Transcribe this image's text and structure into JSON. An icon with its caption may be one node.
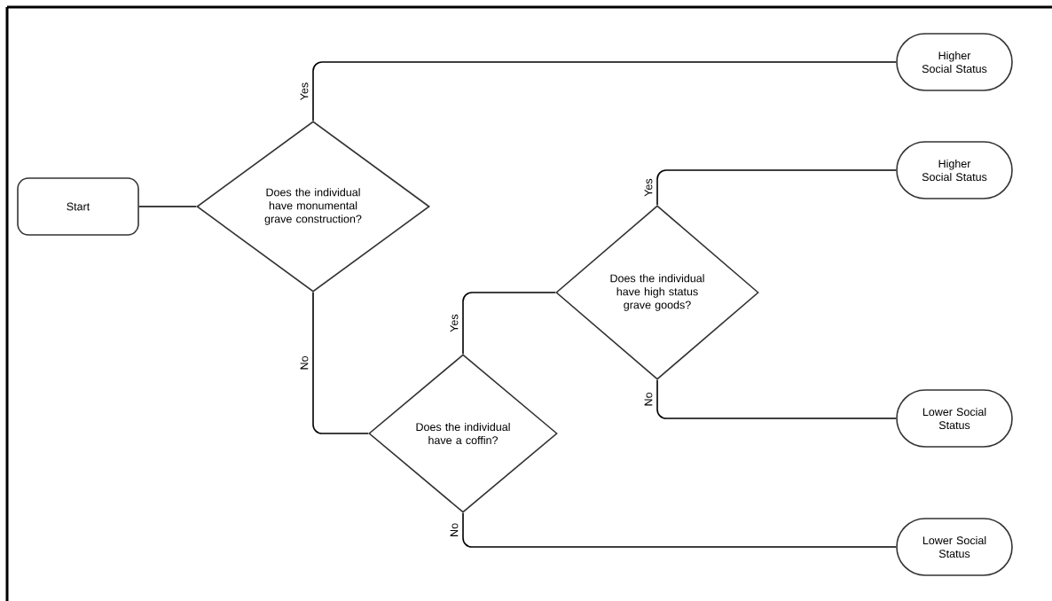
{
  "diagram": {
    "nodes": [
      {
        "text": [
          "Start"
        ]
      },
      {
        "text": [
          "Does the individual have monumental grave construction?"
        ]
      },
      {
        "text": [
          "Higher Social Status"
        ]
      },
      {
        "text": [
          "Does the individual have a coffin?"
        ]
      },
      {
        "text": [
          "Does the individual have high status grave goods?"
        ]
      },
      {
        "text": [
          "Higher Social Status"
        ]
      },
      {
        "text": [
          "Lower Social Status"
        ]
      },
      {
        "text": [
          "Lower Social Status"
        ]
      }
    ],
    "edges": [
      {
        "from": 0,
        "to": 1,
        "arrow": "none"
      },
      {
        "from": 1,
        "to": 2,
        "arrow": "none",
        "label": "Yes"
      },
      {
        "from": 1,
        "to": 3,
        "arrow": "none",
        "label": "No"
      },
      {
        "from": 3,
        "to": 4,
        "arrow": "none",
        "label": "Yes"
      },
      {
        "from": 4,
        "to": 5,
        "arrow": "none",
        "label": "Yes"
      },
      {
        "from": 4,
        "to": 6,
        "arrow": "none",
        "label": "No"
      },
      {
        "from": 3,
        "to": 7,
        "arrow": "none",
        "label": "No"
      }
    ]
  }
}
